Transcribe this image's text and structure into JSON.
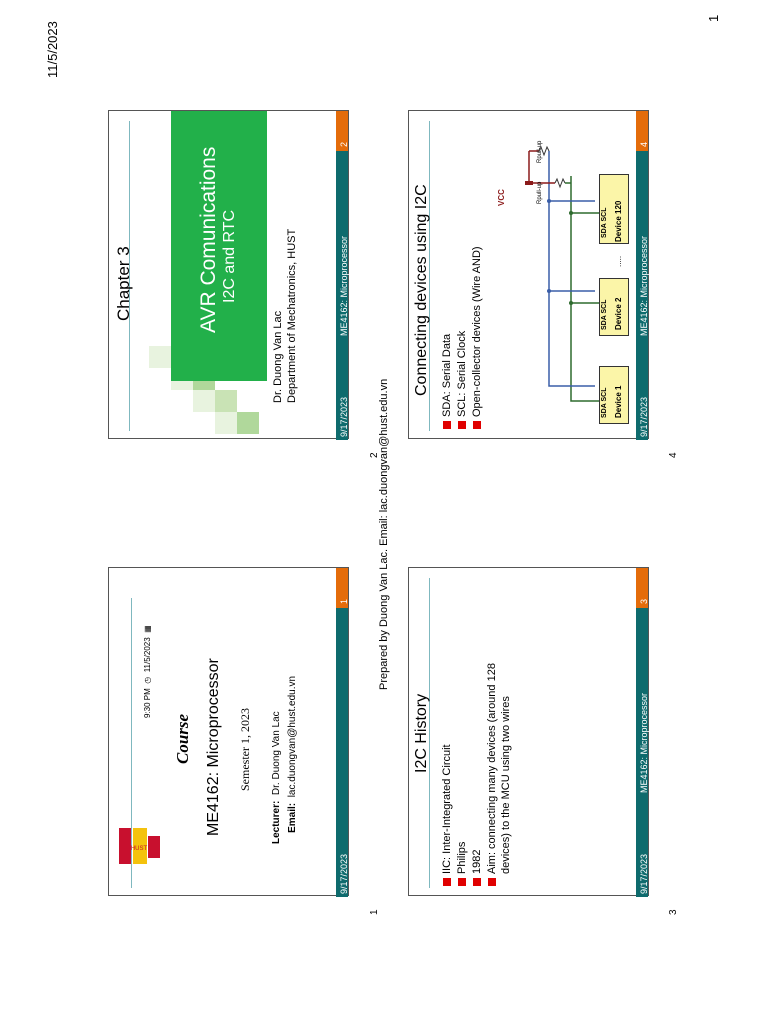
{
  "page": {
    "date": "11/5/2023",
    "page_number": "1",
    "footer_credit": "Prepared by Duong Van Lac. Email: lac.duongvan@hust.edu.vn",
    "slide_numbers_outside": [
      "1",
      "2",
      "3",
      "4"
    ]
  },
  "slide1": {
    "timestamp": "9:30 PM",
    "date_stamp": "11/5/2023",
    "course_label": "Course",
    "course_title": "ME4162: Microprocessor",
    "semester": "Semester 1, 2023",
    "lecturer_label": "Lecturer:",
    "lecturer_name": "Dr. Duong Van Lac",
    "email_label": "Email:",
    "email_value": "lac.duongvan@hust.edu.vn",
    "footer_date": "9/17/2023",
    "footer_number": "1"
  },
  "slide2": {
    "chapter": "Chapter 3",
    "title_main": "AVR Comunications",
    "title_sub": "I2C and RTC",
    "author": "Dr. Duong Van Lac",
    "department": "Department of Mechatronics, HUST",
    "footer_date": "9/17/2023",
    "footer_course": "ME4162: Microprocessor",
    "footer_number": "2"
  },
  "slide3": {
    "heading": "I2C History",
    "bullets": [
      "IIC: Inter-Integrated Circuit",
      "Philips",
      "1982",
      "Aim: connecting many devices (around 128",
      "devices) to the MCU using two wires"
    ],
    "footer_date": "9/17/2023",
    "footer_course": "ME4162: Microprocessor",
    "footer_number": "3"
  },
  "slide4": {
    "heading": "Connecting devices using I2C",
    "bullets": [
      "SDA: Serial Data",
      "SCL: Serial Clock",
      "Open-collector devices (Wire AND)"
    ],
    "diagram": {
      "vcc": "VCC",
      "r_pullup_1": "Rpull-up",
      "r_pullup_2": "Rpull-up",
      "devices": [
        {
          "pins": "SDA  SCL",
          "name": "Device 1"
        },
        {
          "pins": "SDA  SCL",
          "name": "Device 2"
        },
        {
          "pins": "SDA  SCL",
          "name": "Device 120"
        }
      ],
      "ellipsis": "....."
    },
    "footer_date": "9/17/2023",
    "footer_course": "ME4162: Microprocessor",
    "footer_number": "4"
  },
  "colors": {
    "teal": "#0e6b6d",
    "orange": "#e46c0a",
    "green": "#22b04a",
    "bullet_red": "#e00000",
    "sda_wire": "#2e6b2e",
    "scl_wire": "#3a5ea8"
  }
}
